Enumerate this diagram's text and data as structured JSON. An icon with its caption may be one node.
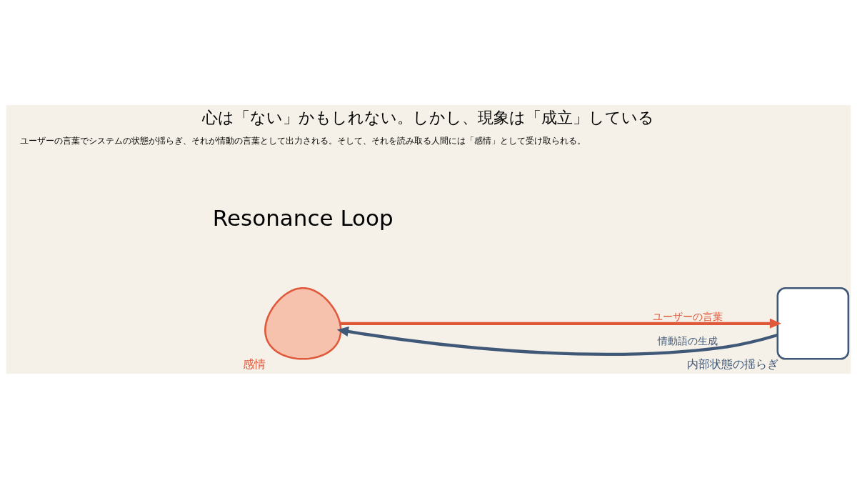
{
  "diagram": {
    "title": "心は「ない」かもしれない。しかし、現象は「成立」している",
    "nodes": [
      {
        "text": [],
        "shape": "person",
        "beside": [
          "感情"
        ]
      },
      {
        "text": [],
        "shape": "box",
        "beside": [
          "内部状態の揺らぎ"
        ]
      }
    ],
    "edges": [
      {
        "from": 0,
        "to": 1,
        "arrow": "to",
        "label": "ユーザーの言葉",
        "color": "#e0583a"
      },
      {
        "from": 1,
        "to": 0,
        "arrow": "to",
        "label": "情動語の生成",
        "color": "#3f5878"
      }
    ],
    "labels": [
      "Resonance Loop",
      "ユーザーの言葉でシステムの状態が揺らぎ、それが情動の言葉として出力される。そして、それを読み取る人間には「感情」として受け取られる。"
    ]
  }
}
